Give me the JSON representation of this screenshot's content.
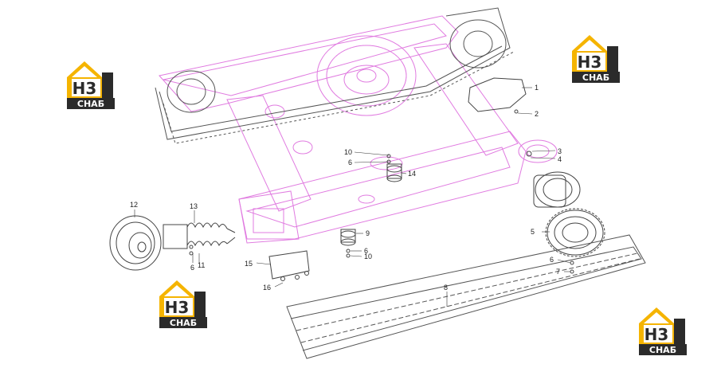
{
  "logo": {
    "mark": "H3",
    "caption": "СНАБ",
    "colors": {
      "house": "#f5b400",
      "dark": "#2b2b2b",
      "text": "#ffffff"
    }
  },
  "callouts": [
    "1",
    "2",
    "3",
    "4",
    "5",
    "6",
    "7",
    "8",
    "9",
    "6",
    "10",
    "10",
    "6",
    "14",
    "12",
    "13",
    "6",
    "11",
    "15",
    "16"
  ],
  "colors": {
    "frame": "#e07be0",
    "track": "#555555",
    "leader": "#333333"
  }
}
